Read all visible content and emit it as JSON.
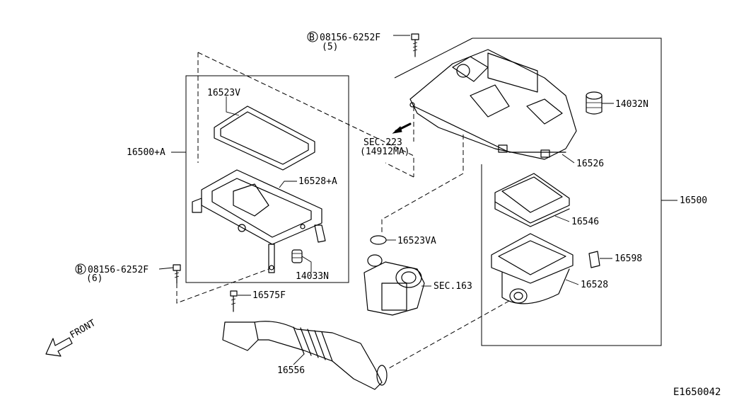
{
  "diagram_id": "E1650042",
  "front_label": "FRONT",
  "bolt_symbol": "B",
  "labels": {
    "bolt_top": "08156-6252F",
    "bolt_top_qty": "(5)",
    "bolt_left": "08156-6252F",
    "bolt_left_qty": "(6)",
    "p16523V": "16523V",
    "p16500A": "16500+A",
    "p16528A": "16528+A",
    "p14033N": "14033N",
    "sec223": "SEC.223",
    "sec223_sub": "(14912MA)",
    "p14032N": "14032N",
    "p16526": "16526",
    "p16500": "16500",
    "p16546": "16546",
    "p16523VA": "16523VA",
    "sec163": "SEC.163",
    "p16598": "16598",
    "p16528": "16528",
    "p16575F": "16575F",
    "p16556": "16556"
  }
}
